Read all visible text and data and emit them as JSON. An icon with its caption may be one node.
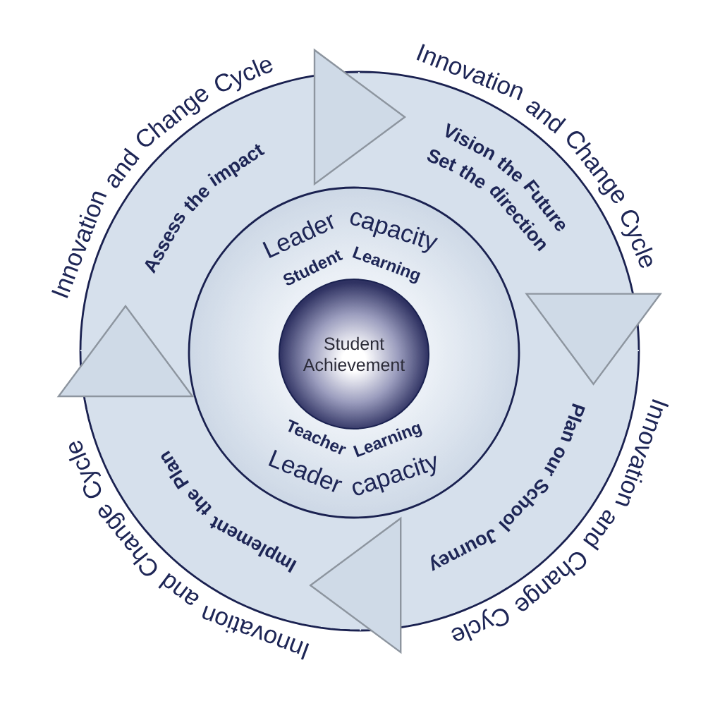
{
  "diagram": {
    "nodes": [
      {
        "text": [
          "Assess the impact"
        ]
      },
      {
        "text": [
          "Vision the Future",
          "Set the direction"
        ]
      },
      {
        "text": [
          "Plan our School Journey"
        ]
      },
      {
        "text": [
          "Implement the Plan"
        ]
      },
      {
        "text": [
          "Leader capacity",
          "Student Learning",
          "Teacher Learning",
          "Leader capacity"
        ]
      },
      {
        "text": [
          "Student Achievement"
        ],
        "in": 4
      }
    ],
    "edges": [
      {
        "from": 0,
        "to": 1,
        "arrow": "to"
      },
      {
        "from": 1,
        "to": 2,
        "arrow": "to"
      },
      {
        "from": 2,
        "to": 3,
        "arrow": "to"
      },
      {
        "from": 3,
        "to": 0,
        "arrow": "to"
      }
    ],
    "labels": [
      "Innovation and Change Cycle",
      "Innovation and Change Cycle",
      "Innovation and Change Cycle",
      "Innovation and Change Cycle"
    ]
  }
}
